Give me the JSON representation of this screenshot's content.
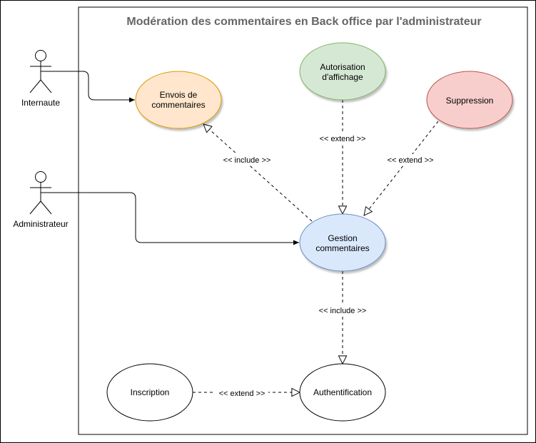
{
  "diagram": {
    "title": "Modération des commentaires en Back office par l'administrateur",
    "actors": [
      {
        "id": "internaute",
        "label": "Internaute"
      },
      {
        "id": "administrateur",
        "label": "Administrateur"
      }
    ],
    "use_cases": [
      {
        "id": "envois",
        "lines": [
          "Envois de",
          "commentaires"
        ],
        "fill": "#ffe6cc",
        "stroke": "#d79b00"
      },
      {
        "id": "autorisation",
        "lines": [
          "Autorisation",
          "d'affichage"
        ],
        "fill": "#d5e8d4",
        "stroke": "#82b366"
      },
      {
        "id": "suppression",
        "lines": [
          "Suppression"
        ],
        "fill": "#f8cecc",
        "stroke": "#b85450"
      },
      {
        "id": "gestion",
        "lines": [
          "Gestion",
          "commentaires"
        ],
        "fill": "#dae8fc",
        "stroke": "#6c8ebf"
      },
      {
        "id": "inscription",
        "lines": [
          "Inscription"
        ],
        "fill": "#ffffff",
        "stroke": "#000000"
      },
      {
        "id": "authentification",
        "lines": [
          "Authentification"
        ],
        "fill": "#ffffff",
        "stroke": "#000000"
      }
    ],
    "relations": [
      {
        "id": "include-envois",
        "label": "<< include >>",
        "from": "gestion",
        "to": "envois"
      },
      {
        "id": "extend-autorisation",
        "label": "<< extend >>",
        "from": "autorisation",
        "to": "gestion"
      },
      {
        "id": "extend-suppression",
        "label": "<< extend >>",
        "from": "suppression",
        "to": "gestion"
      },
      {
        "id": "include-auth",
        "label": "<< include >>",
        "from": "gestion",
        "to": "authentification"
      },
      {
        "id": "extend-inscription",
        "label": "<< extend >>",
        "from": "inscription",
        "to": "authentification"
      }
    ],
    "associations": [
      {
        "id": "assoc-internaute",
        "from": "internaute",
        "to": "envois"
      },
      {
        "id": "assoc-administrateur",
        "from": "administrateur",
        "to": "gestion"
      }
    ]
  }
}
